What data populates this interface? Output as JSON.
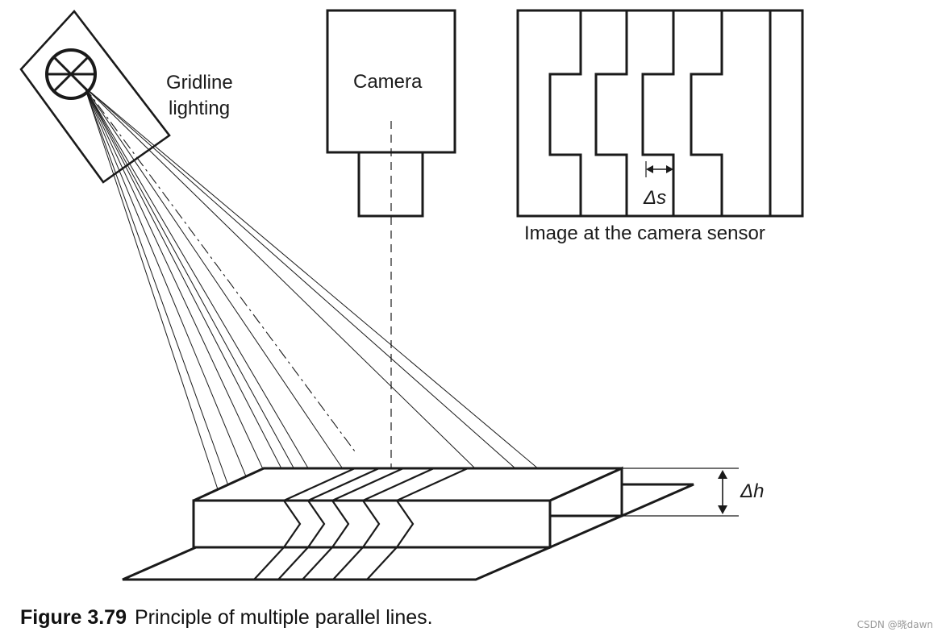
{
  "diagram": {
    "labels": {
      "light_source": "Gridline\nlighting",
      "camera": "Camera",
      "sensor_image": "Image at the camera sensor",
      "delta_s": "Δs",
      "delta_h": "Δh"
    },
    "components": [
      {
        "id": "gridline-lighting",
        "kind": "light projector"
      },
      {
        "id": "camera",
        "kind": "camera body with lens"
      },
      {
        "id": "sensor-image",
        "kind": "image of shifted stripes"
      },
      {
        "id": "object",
        "kind": "stepped workpiece with projected lines"
      }
    ],
    "line_count": 10
  },
  "caption": {
    "number": "Figure 3.79",
    "text": "Principle of multiple parallel lines."
  },
  "watermark": "CSDN @晓dawn",
  "colors": {
    "ink": "#1a1a1a",
    "background": "#ffffff"
  }
}
